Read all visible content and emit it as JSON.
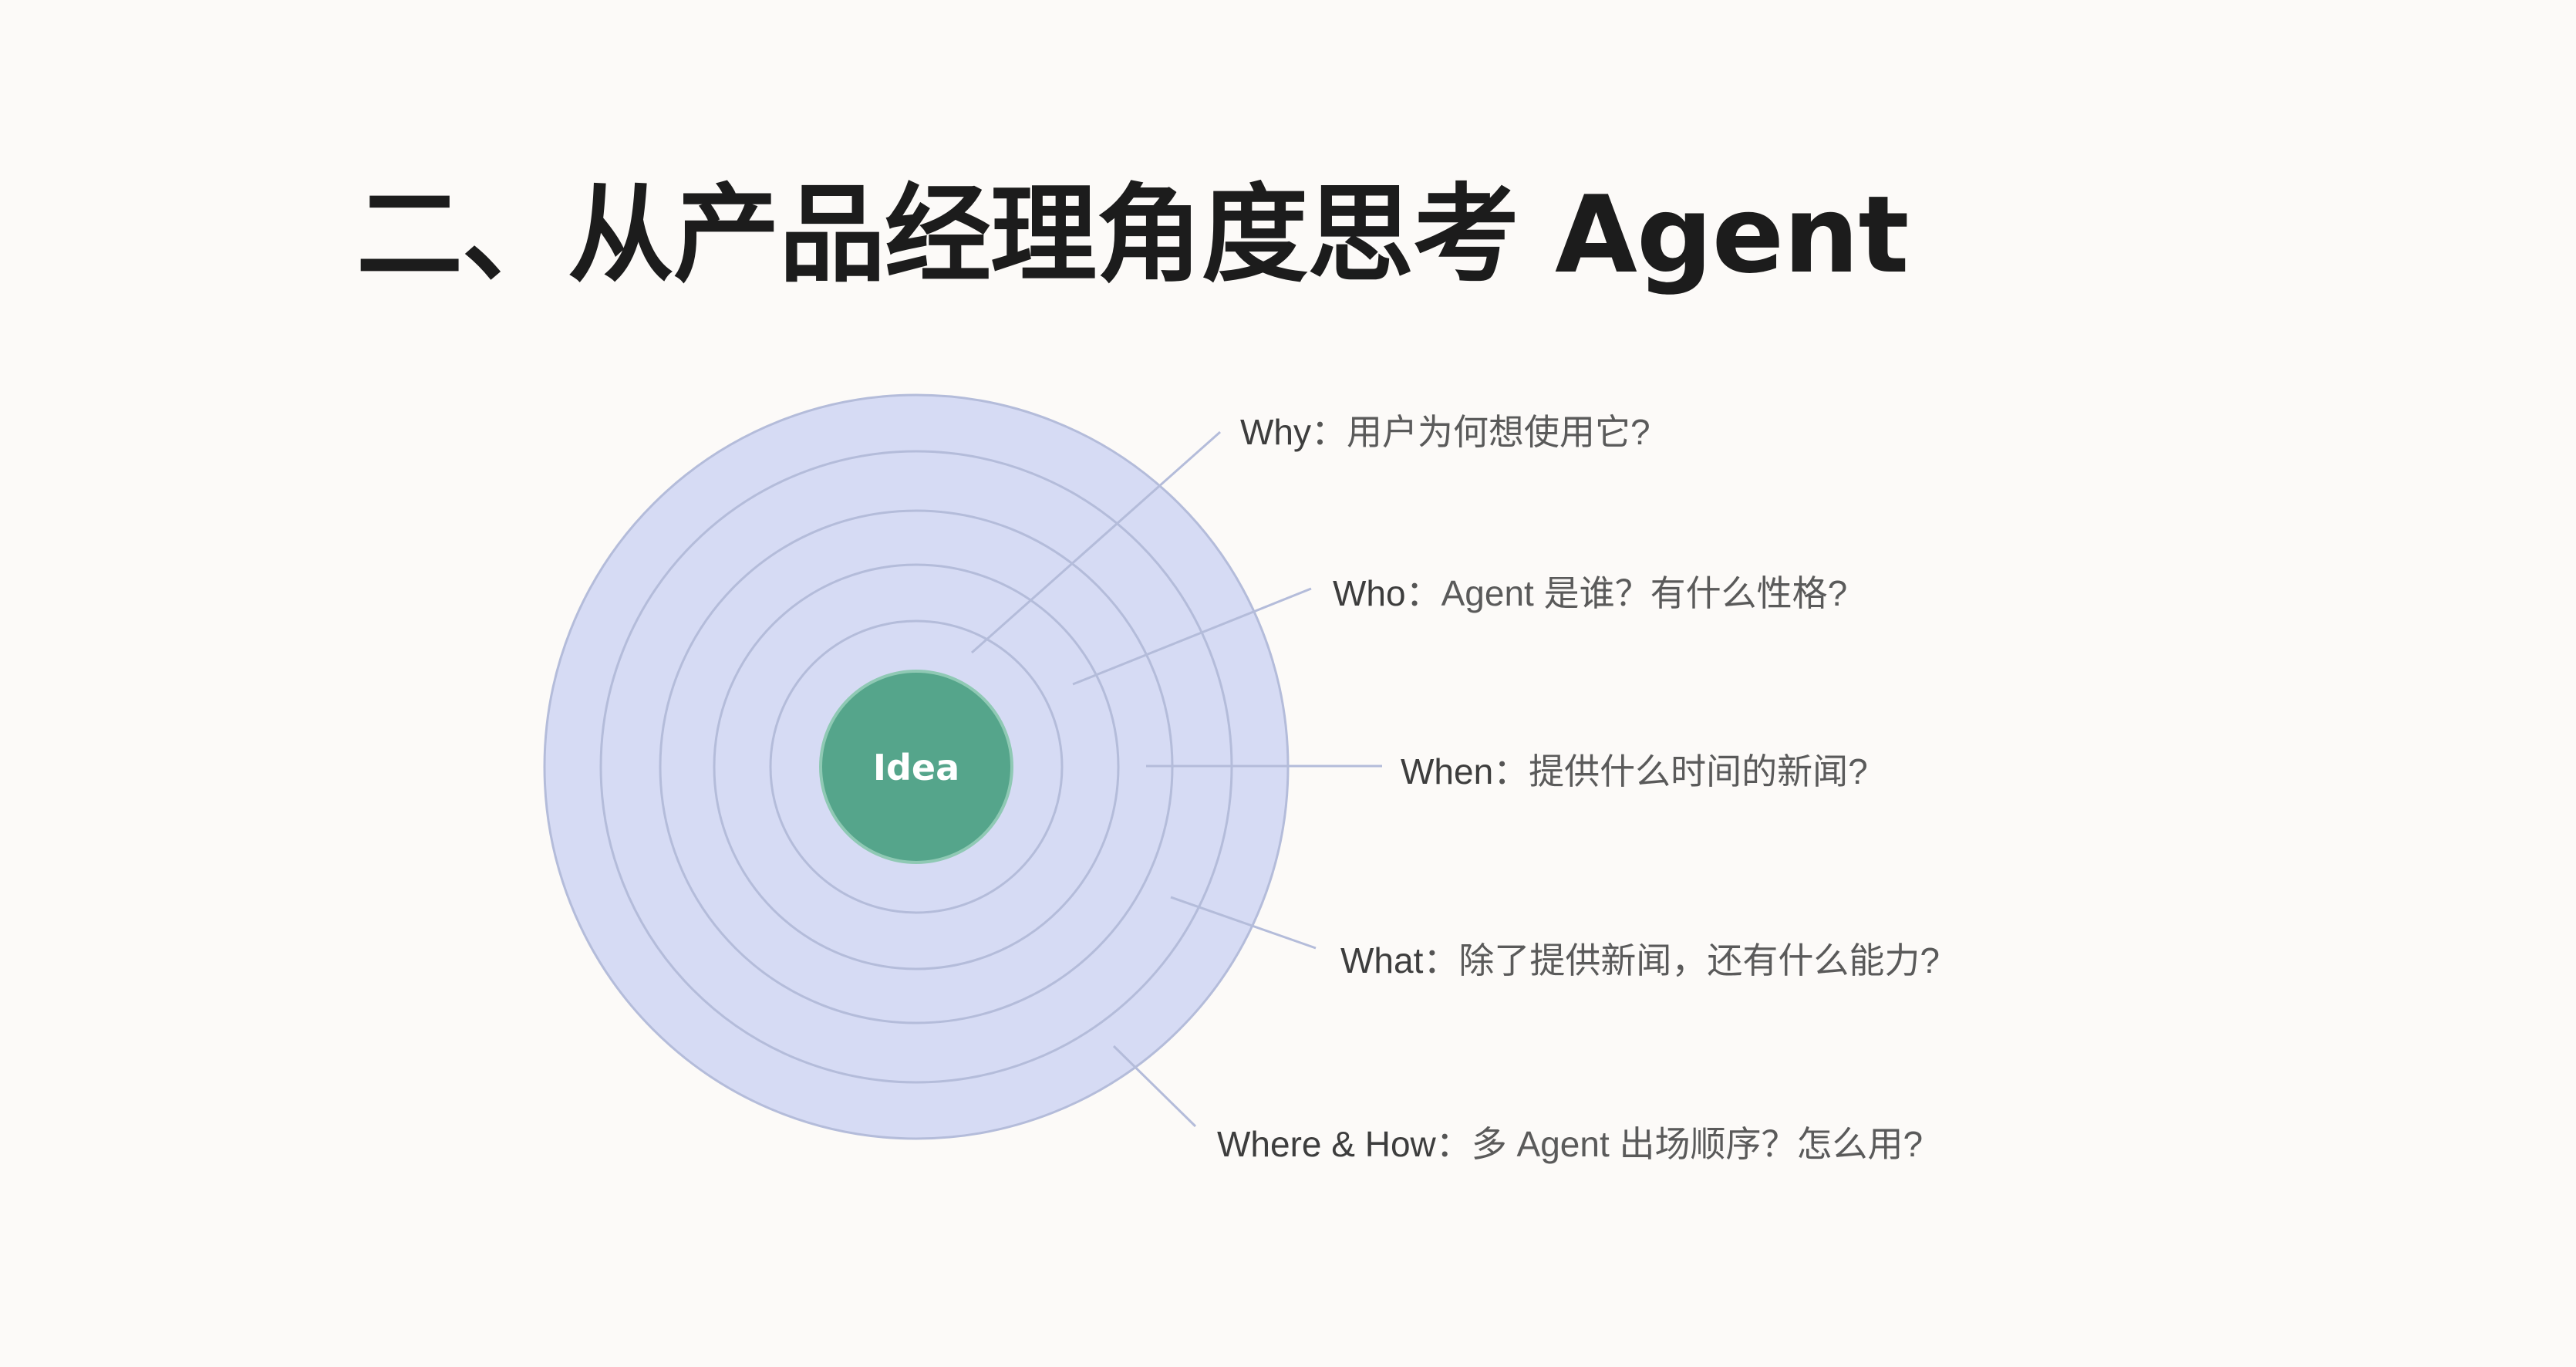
{
  "title": "二、从产品经理角度思考 Agent",
  "center_label": "Idea",
  "colors": {
    "background": "#fcfaf8",
    "ring_fill": "#d6dbf4",
    "ring_stroke": "#b4bcda",
    "center_fill": "#55a58b",
    "center_stroke": "#8fc9b4",
    "center_text": "#ffffff",
    "leader_line": "#b4bcda"
  },
  "labels": [
    {
      "key": "Why",
      "separator": "：",
      "text": "用户为何想使用它?"
    },
    {
      "key": "Who",
      "separator": "：",
      "text": "Agent 是谁？有什么性格?"
    },
    {
      "key": "When",
      "separator": "：",
      "text": "提供什么时间的新闻?"
    },
    {
      "key": "What",
      "separator": "：",
      "text": "除了提供新闻，还有什么能力?"
    },
    {
      "key": "Where & How",
      "separator": "：",
      "text": "多 Agent 出场顺序？怎么用?"
    }
  ]
}
